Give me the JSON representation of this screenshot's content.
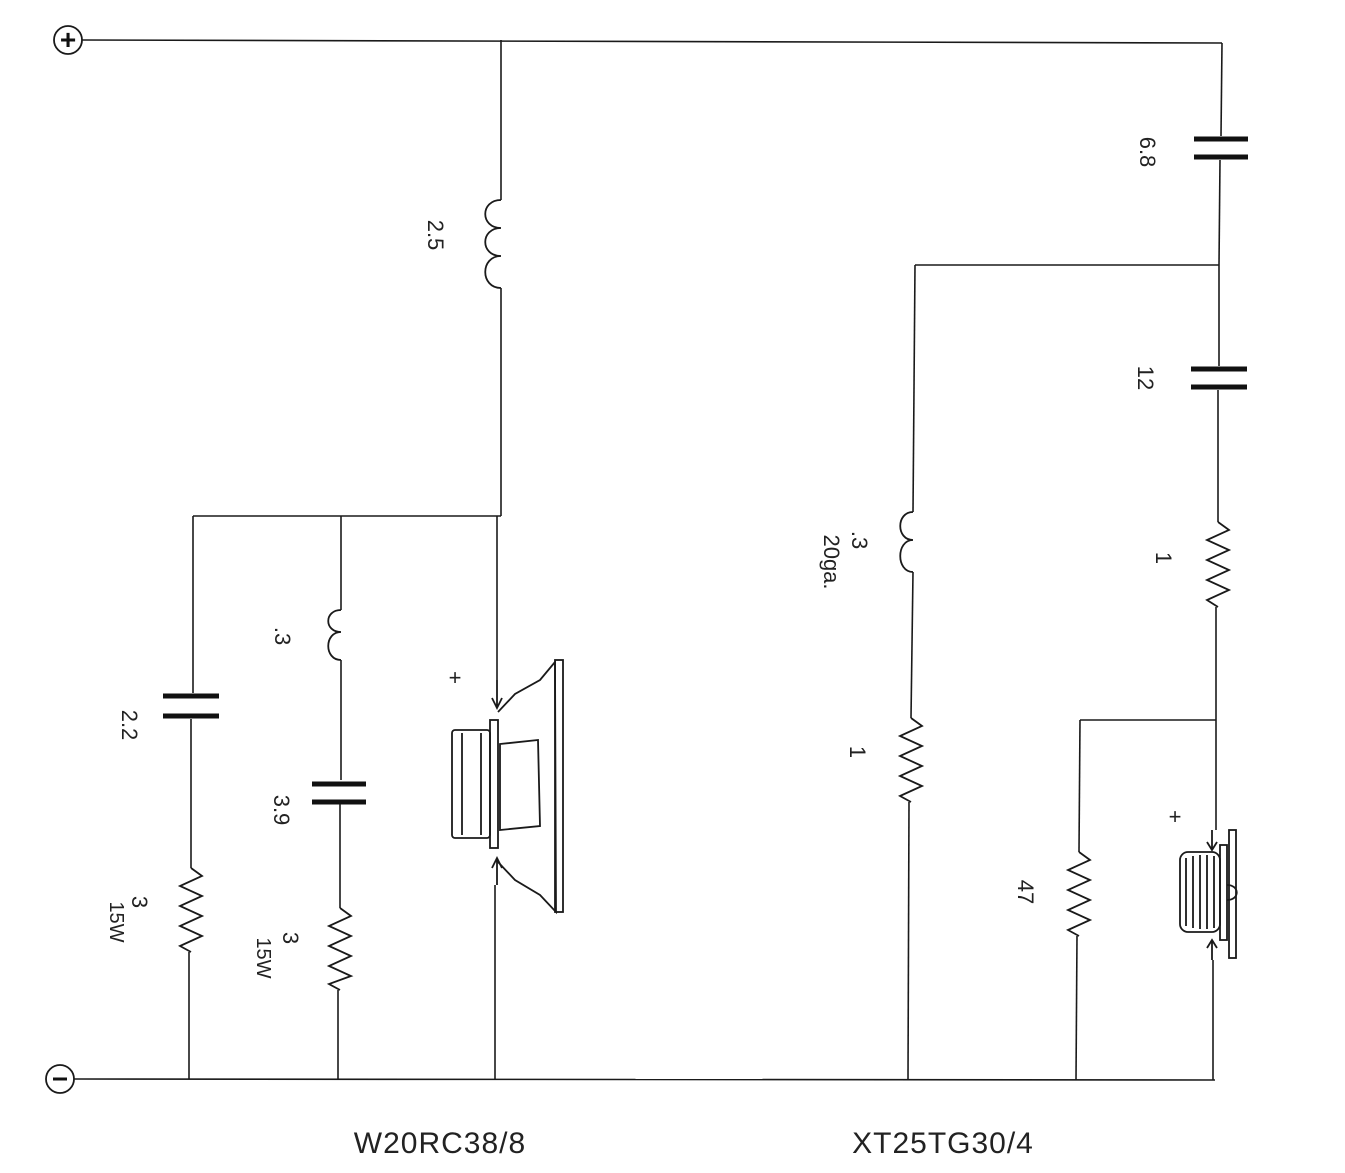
{
  "terminals": {
    "positive": "+",
    "negative": "−"
  },
  "woofer": {
    "name": "W20RC38/8",
    "polarity": "+",
    "series_inductor": "2.5",
    "zobel_cap": "2.2",
    "zobel_res_value": "3",
    "zobel_res_power": "15W",
    "notch_inductor": ".3",
    "notch_cap": "3.9",
    "notch_res_value": "3",
    "notch_res_power": "15W"
  },
  "tweeter": {
    "name": "XT25TG30/4",
    "polarity": "+",
    "cap_1": "6.8",
    "cap_2": "12",
    "shunt_inductor_value": ".3",
    "shunt_inductor_gauge": "20ga.",
    "shunt_res": "1",
    "series_res": "1",
    "parallel_res": "47"
  }
}
